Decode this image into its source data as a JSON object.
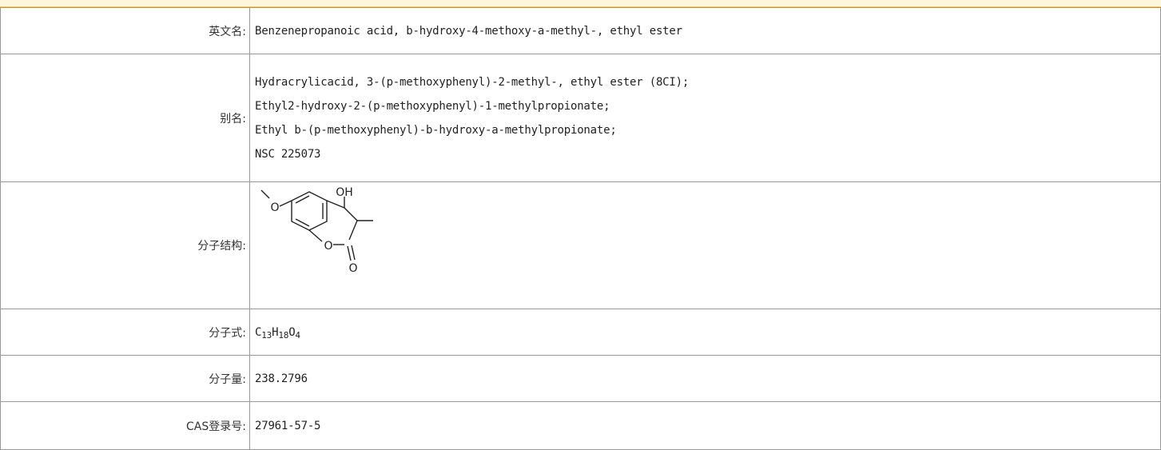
{
  "rows": [
    {
      "label": "英文名:",
      "value": "Benzenepropanoic acid, b-hydroxy-4-methoxy-a-methyl-, ethyl ester"
    },
    {
      "label": "别名:",
      "aliases": [
        "Hydracrylicacid, 3-(p-methoxyphenyl)-2-methyl-, ethyl ester (8CI);",
        "Ethyl2-hydroxy-2-(p-methoxyphenyl)-1-methylpropionate;",
        "Ethyl b-(p-methoxyphenyl)-b-hydroxy-a-methylpropionate;",
        "NSC 225073"
      ]
    },
    {
      "label": "分子结构:",
      "structure_labels": {
        "oh": "OH",
        "o_ether": "O",
        "o_ring": "O",
        "o_carbonyl": "O"
      }
    },
    {
      "label": "分子式:",
      "formula": [
        {
          "text": "C",
          "sub": "13"
        },
        {
          "text": "H",
          "sub": "18"
        },
        {
          "text": "O",
          "sub": "4"
        }
      ]
    },
    {
      "label": "分子量:",
      "value": "238.2796"
    },
    {
      "label": "CAS登录号:",
      "value": "27961-57-5"
    }
  ]
}
